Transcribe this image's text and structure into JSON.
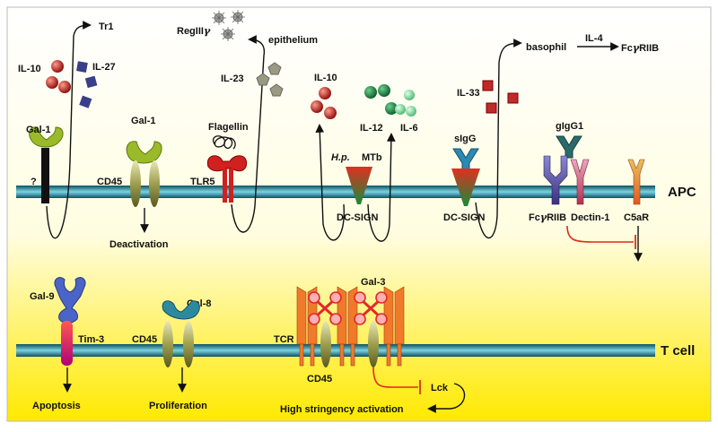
{
  "labels": {
    "tr1": "Tr1",
    "il10_left": "IL-10",
    "il27": "IL-27",
    "gal1_left": "Gal-1",
    "question": "?",
    "gal1_mid": "Gal-1",
    "cd45_top": "CD45",
    "deactivation": "Deactivation",
    "regIII_prefix": "RegIII",
    "regIII_greek": "γ",
    "epithelium": "epithelium",
    "il23": "IL-23",
    "flagellin": "Flagellin",
    "tlr5": "TLR5",
    "il10_mid": "IL-10",
    "il12": "IL-12",
    "il6": "IL-6",
    "hp": "H.p.",
    "mtb": "MTb",
    "dcsign_1": "DC-SIGN",
    "sigg": "sIgG",
    "dcsign_2": "DC-SIGN",
    "il33": "IL-33",
    "basophil": "basophil",
    "il4": "IL-4",
    "fcgriib_top_prefix": "Fc",
    "fcgriib_top_greek": "γ",
    "fcgriib_top_suffix": "RIIB",
    "gigg1": "gIgG1",
    "fcgriib_prefix": "Fc",
    "fcgriib_greek": "γ",
    "fcgriib_suffix": "RIIB",
    "dectin1": "Dectin-1",
    "c5ar": "C5aR",
    "apc": "APC",
    "gal9": "Gal-9",
    "tim3": "Tim-3",
    "apoptosis": "Apoptosis",
    "cd45_low": "CD45",
    "gal8": "Gal-8",
    "proliferation": "Proliferation",
    "tcr": "TCR",
    "cd45_tcell": "CD45",
    "gal3": "Gal-3",
    "lck": "Lck",
    "high_stringency": "High stringency activation",
    "tcell": "T cell"
  },
  "colors": {
    "membrane": "#3a8fa0",
    "gold": "#f5e300",
    "gal_green": "#9aba2a",
    "gal_blue": "#4a64c8",
    "gal_teal": "#2b8aa0",
    "tlr5_red": "#d02020",
    "il10_red": "#b01818",
    "il27_purple": "#3a3f8a",
    "il12_green": "#127a3a",
    "il6_green": "#6cc98a",
    "il23_pent": "#9a9a80",
    "il33_red": "#c02a2a",
    "tcr_orange": "#f07a2a",
    "gal3_red": "#e02a2a",
    "inhibit_red": "#e02a1a"
  }
}
